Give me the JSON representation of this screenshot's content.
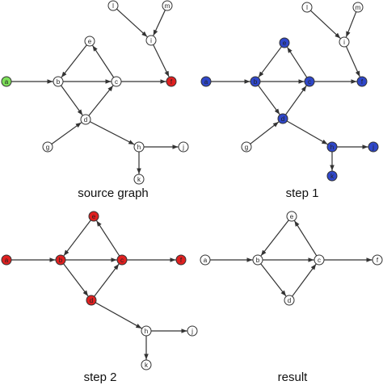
{
  "colors": {
    "default": "#ffffff",
    "green": "#7ee05a",
    "red": "#e02020",
    "blue": "#2f47c9",
    "stroke": "#333333"
  },
  "panels": [
    {
      "id": "source",
      "title": "source graph",
      "nodes": [
        {
          "id": "l",
          "label": "l",
          "color": "default"
        },
        {
          "id": "m",
          "label": "m",
          "color": "default"
        },
        {
          "id": "i",
          "label": "i",
          "color": "default"
        },
        {
          "id": "e",
          "label": "e",
          "color": "default"
        },
        {
          "id": "a",
          "label": "a",
          "color": "green"
        },
        {
          "id": "b",
          "label": "b",
          "color": "default"
        },
        {
          "id": "c",
          "label": "c",
          "color": "default"
        },
        {
          "id": "f",
          "label": "f",
          "color": "red"
        },
        {
          "id": "d",
          "label": "d",
          "color": "default"
        },
        {
          "id": "g",
          "label": "g",
          "color": "default"
        },
        {
          "id": "h",
          "label": "h",
          "color": "default"
        },
        {
          "id": "j",
          "label": "j",
          "color": "default"
        },
        {
          "id": "k",
          "label": "k",
          "color": "default"
        }
      ],
      "edges": [
        [
          "l",
          "i"
        ],
        [
          "m",
          "i"
        ],
        [
          "i",
          "f"
        ],
        [
          "a",
          "b"
        ],
        [
          "b",
          "c"
        ],
        [
          "c",
          "f"
        ],
        [
          "c",
          "e"
        ],
        [
          "e",
          "b"
        ],
        [
          "b",
          "d"
        ],
        [
          "d",
          "c"
        ],
        [
          "g",
          "d"
        ],
        [
          "d",
          "h"
        ],
        [
          "h",
          "j"
        ],
        [
          "h",
          "k"
        ]
      ]
    },
    {
      "id": "step1",
      "title": "step 1",
      "nodes": [
        {
          "id": "l",
          "label": "l",
          "color": "default"
        },
        {
          "id": "m",
          "label": "m",
          "color": "default"
        },
        {
          "id": "i",
          "label": "i",
          "color": "default"
        },
        {
          "id": "e",
          "label": "e",
          "color": "blue"
        },
        {
          "id": "a",
          "label": "a",
          "color": "blue"
        },
        {
          "id": "b",
          "label": "b",
          "color": "blue"
        },
        {
          "id": "c",
          "label": "c",
          "color": "blue"
        },
        {
          "id": "f",
          "label": "f",
          "color": "blue"
        },
        {
          "id": "d",
          "label": "d",
          "color": "blue"
        },
        {
          "id": "g",
          "label": "g",
          "color": "default"
        },
        {
          "id": "h",
          "label": "h",
          "color": "blue"
        },
        {
          "id": "j",
          "label": "j",
          "color": "blue"
        },
        {
          "id": "k",
          "label": "k",
          "color": "blue"
        }
      ],
      "edges": [
        [
          "l",
          "i"
        ],
        [
          "m",
          "i"
        ],
        [
          "i",
          "f"
        ],
        [
          "a",
          "b"
        ],
        [
          "b",
          "c"
        ],
        [
          "c",
          "f"
        ],
        [
          "c",
          "e"
        ],
        [
          "e",
          "b"
        ],
        [
          "b",
          "d"
        ],
        [
          "d",
          "c"
        ],
        [
          "g",
          "d"
        ],
        [
          "d",
          "h"
        ],
        [
          "h",
          "j"
        ],
        [
          "h",
          "k"
        ]
      ]
    },
    {
      "id": "step2",
      "title": "step 2",
      "nodes": [
        {
          "id": "e",
          "label": "e",
          "color": "red"
        },
        {
          "id": "a",
          "label": "a",
          "color": "red"
        },
        {
          "id": "b",
          "label": "b",
          "color": "red"
        },
        {
          "id": "c",
          "label": "c",
          "color": "red"
        },
        {
          "id": "f",
          "label": "f",
          "color": "red"
        },
        {
          "id": "d",
          "label": "d",
          "color": "red"
        },
        {
          "id": "h",
          "label": "h",
          "color": "default"
        },
        {
          "id": "j",
          "label": "j",
          "color": "default"
        },
        {
          "id": "k",
          "label": "k",
          "color": "default"
        }
      ],
      "edges": [
        [
          "a",
          "b"
        ],
        [
          "b",
          "c"
        ],
        [
          "c",
          "f"
        ],
        [
          "c",
          "e"
        ],
        [
          "e",
          "b"
        ],
        [
          "b",
          "d"
        ],
        [
          "d",
          "c"
        ],
        [
          "d",
          "h"
        ],
        [
          "h",
          "j"
        ],
        [
          "h",
          "k"
        ]
      ]
    },
    {
      "id": "result",
      "title": "result",
      "nodes": [
        {
          "id": "e",
          "label": "e",
          "color": "default"
        },
        {
          "id": "a",
          "label": "a",
          "color": "default"
        },
        {
          "id": "b",
          "label": "b",
          "color": "default"
        },
        {
          "id": "c",
          "label": "c",
          "color": "default"
        },
        {
          "id": "f",
          "label": "f",
          "color": "default"
        },
        {
          "id": "d",
          "label": "d",
          "color": "default"
        }
      ],
      "edges": [
        [
          "a",
          "b"
        ],
        [
          "b",
          "c"
        ],
        [
          "c",
          "f"
        ],
        [
          "c",
          "e"
        ],
        [
          "e",
          "b"
        ],
        [
          "b",
          "d"
        ],
        [
          "d",
          "c"
        ]
      ]
    }
  ]
}
